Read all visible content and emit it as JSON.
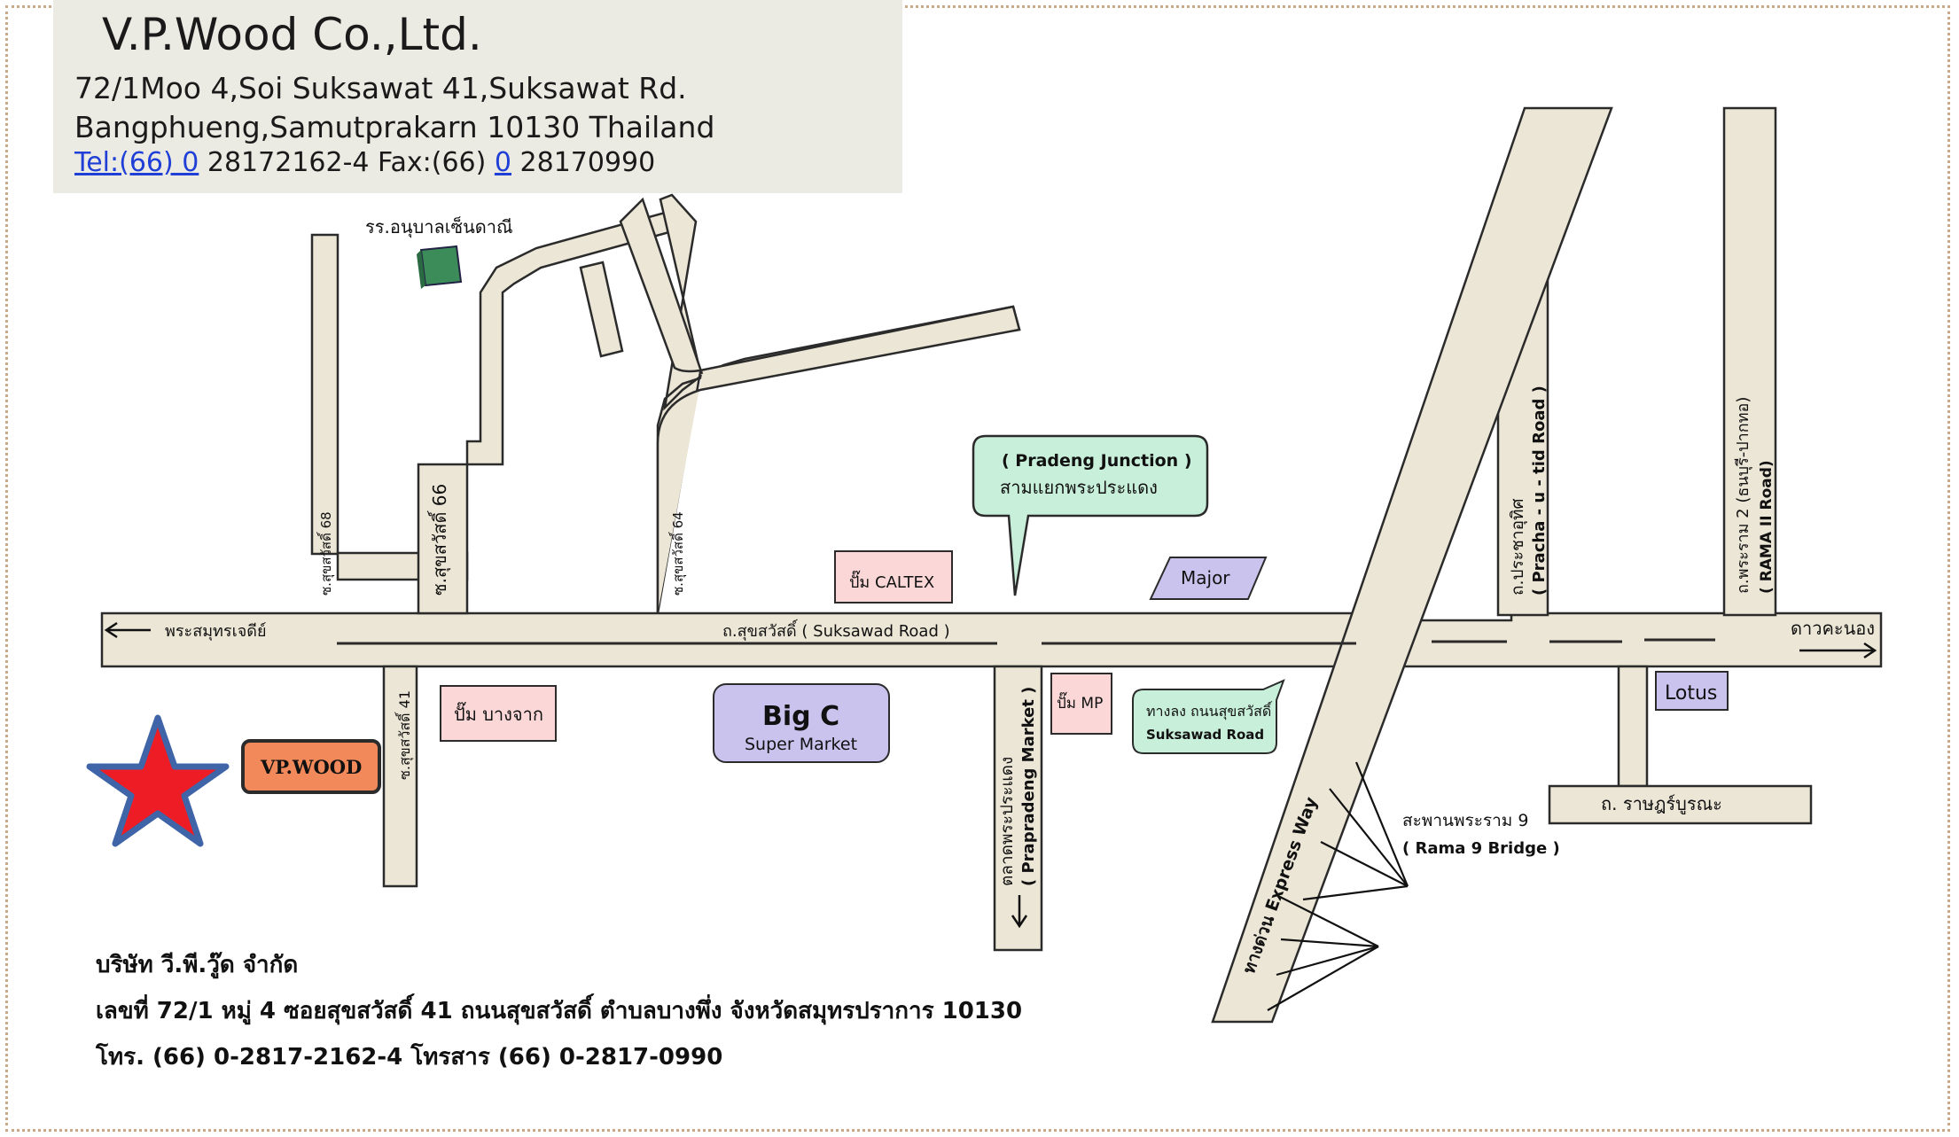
{
  "header": {
    "company_name": "V.P.Wood Co.,Ltd.",
    "address_line1": "72/1Moo 4,Soi Suksawat 41,Suksawat Rd.",
    "address_line2": "Bangphueng,Samutprakarn 10130 Thailand",
    "tel_label": "Tel:(66) 0",
    "tel_rest": " 28172162-4 Fax:(66) ",
    "fax_zero": "0",
    "fax_rest": " 28170990"
  },
  "footer_thai": {
    "company": "บริษัท วี.พี.วู๊ด จำกัด",
    "address": "เลขที่ 72/1  หมู่ 4  ซอยสุขสวัสดิ์ 41  ถนนสุขสวัสดิ์  ตำบลบางพึ่ง จังหวัดสมุทรปราการ  10130",
    "phone": "โทร. (66) 0-2817-2162-4   โทรสาร (66) 0-2817-0990"
  },
  "map_labels": {
    "school": "รร.อนุบาลเซ็นดาณี",
    "soi68": "ซ.สุขสวัสดิ์ 68",
    "soi66": "ซ.สุขสวัสดิ์ 66",
    "soi64": "ซ.สุขสวัสดิ์ 64",
    "soi41": "ซ.สุขสวัสดิ์ 41",
    "west_dir": "พระสมุทรเจดีย์",
    "main_road": "ถ.สุขสวัสดิ์ ( Suksawad Road )",
    "east_dir": "ดาวคะนอง",
    "junction_en": "( Pradeng Junction )",
    "junction_th": "สามแยกพระประแดง",
    "caltex": "ปั๊ม CALTEX",
    "major": "Major",
    "bangjak": "ปั๊ม บางจาก",
    "bigc_title": "Big C",
    "bigc_sub": "Super Market",
    "mp": "ปั๊ม MP",
    "ramp_th": "ทางลง ถนนสุขสวัสดิ์",
    "ramp_en": "Suksawad Road",
    "lotus": "Lotus",
    "vpwood": "VP.WOOD",
    "market_th": "ตลาดพระประแดง",
    "market_en": "( Prapradeng Market )",
    "pracha_th": "ถ.ประชาอุทิศ",
    "pracha_en": "( Pracha - u - tid Road )",
    "rama2_th": "ถ.พระราม 2 (ธนบุรี-ปากทอ)",
    "rama2_en": "( RAMA II Road)",
    "ratburana": "ถ. ราษฎร์บูรณะ",
    "bridge_th": "สะพานพระราม 9",
    "bridge_en": "( Rama 9 Bridge )",
    "expressway": "ทางด่วน Express Way"
  },
  "colors": {
    "road_fill": "#ece6d6",
    "road_edge": "#2b2b2b",
    "header_bg": "#ecebe3",
    "callout_green": "#c8efd9",
    "station_pink": "#fbd7d7",
    "bigc_purple": "#c9c3ee",
    "vpwood_orange": "#f2895a",
    "star_red": "#ee1c24",
    "star_blue": "#3f64a8",
    "link_blue": "#1f3fd6"
  },
  "icons": [
    "star-marker-icon",
    "school-building-icon",
    "arrow-left-icon",
    "arrow-right-icon",
    "arrow-down-icon"
  ]
}
